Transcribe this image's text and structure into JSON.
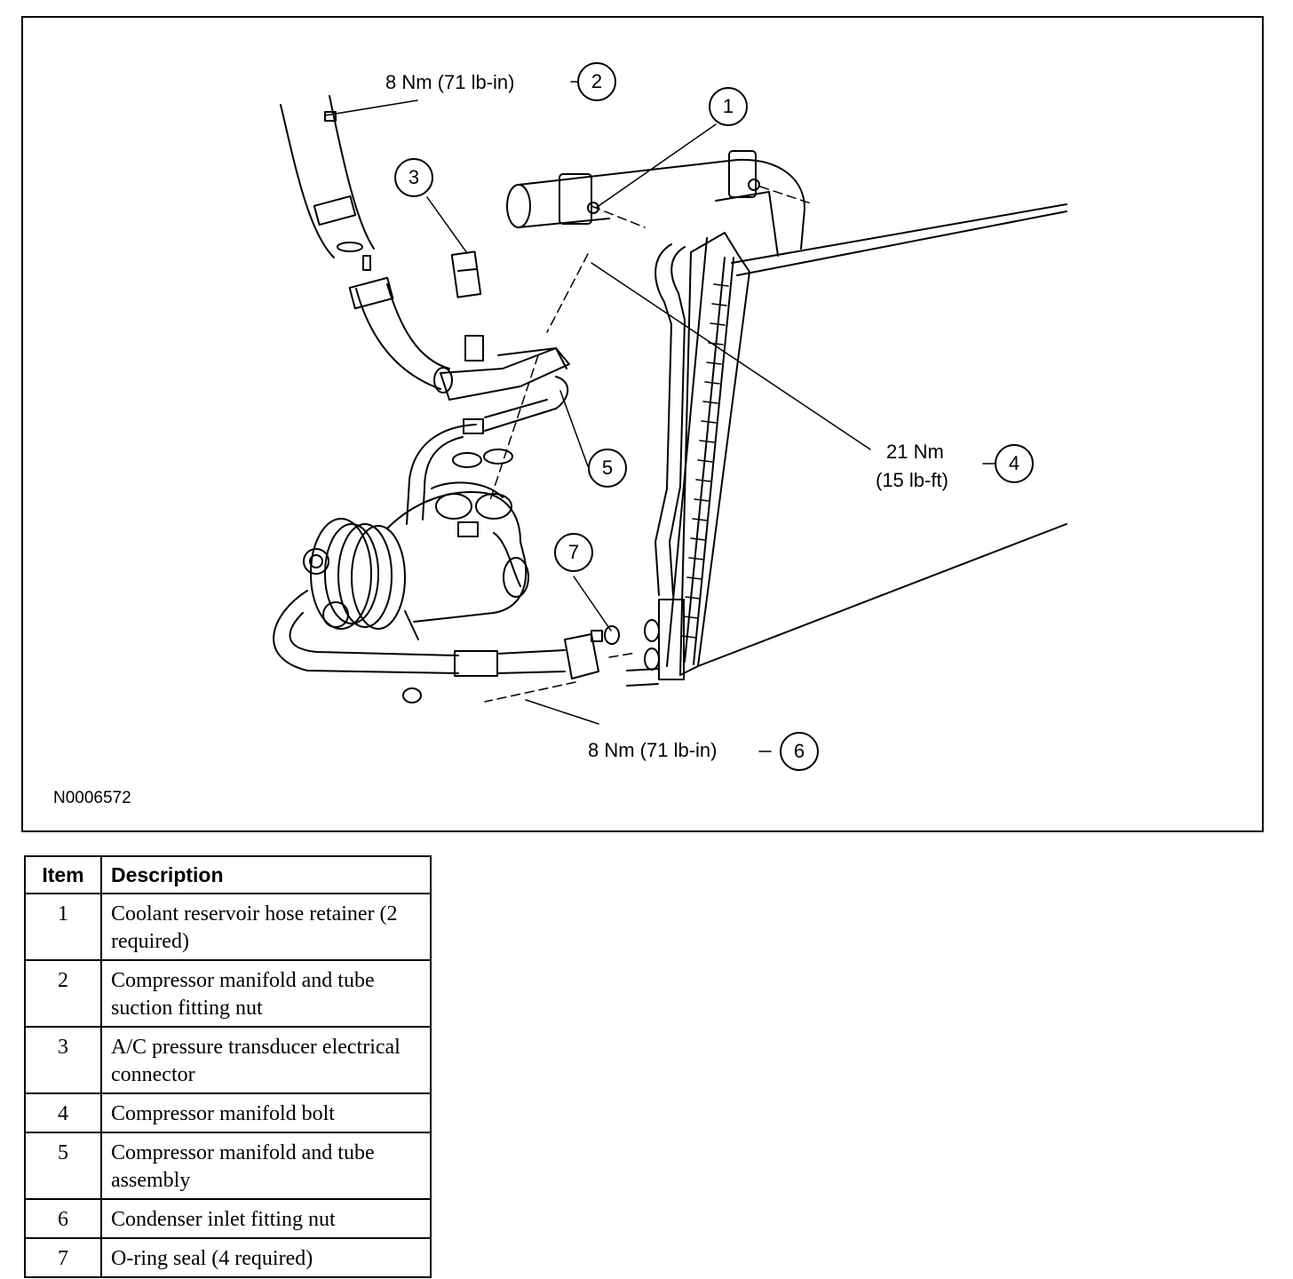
{
  "figure": {
    "id": "N0006572",
    "callouts": [
      "1",
      "2",
      "3",
      "4",
      "5",
      "6",
      "7"
    ],
    "torque_2": "8 Nm (71 lb-in)",
    "torque_4_line1": "21 Nm",
    "torque_4_line2": "(15 lb-ft)",
    "torque_6": "8 Nm (71 lb-in)"
  },
  "legend": {
    "headers": {
      "item": "Item",
      "description": "Description"
    },
    "rows": [
      {
        "item": "1",
        "description": "Coolant reservoir hose retainer (2 required)"
      },
      {
        "item": "2",
        "description": "Compressor manifold and tube suction fitting nut"
      },
      {
        "item": "3",
        "description": "A/C pressure transducer electrical connector"
      },
      {
        "item": "4",
        "description": "Compressor manifold bolt"
      },
      {
        "item": "5",
        "description": "Compressor manifold and tube assembly"
      },
      {
        "item": "6",
        "description": "Condenser inlet fitting nut"
      },
      {
        "item": "7",
        "description": "O-ring seal (4 required)"
      }
    ]
  }
}
